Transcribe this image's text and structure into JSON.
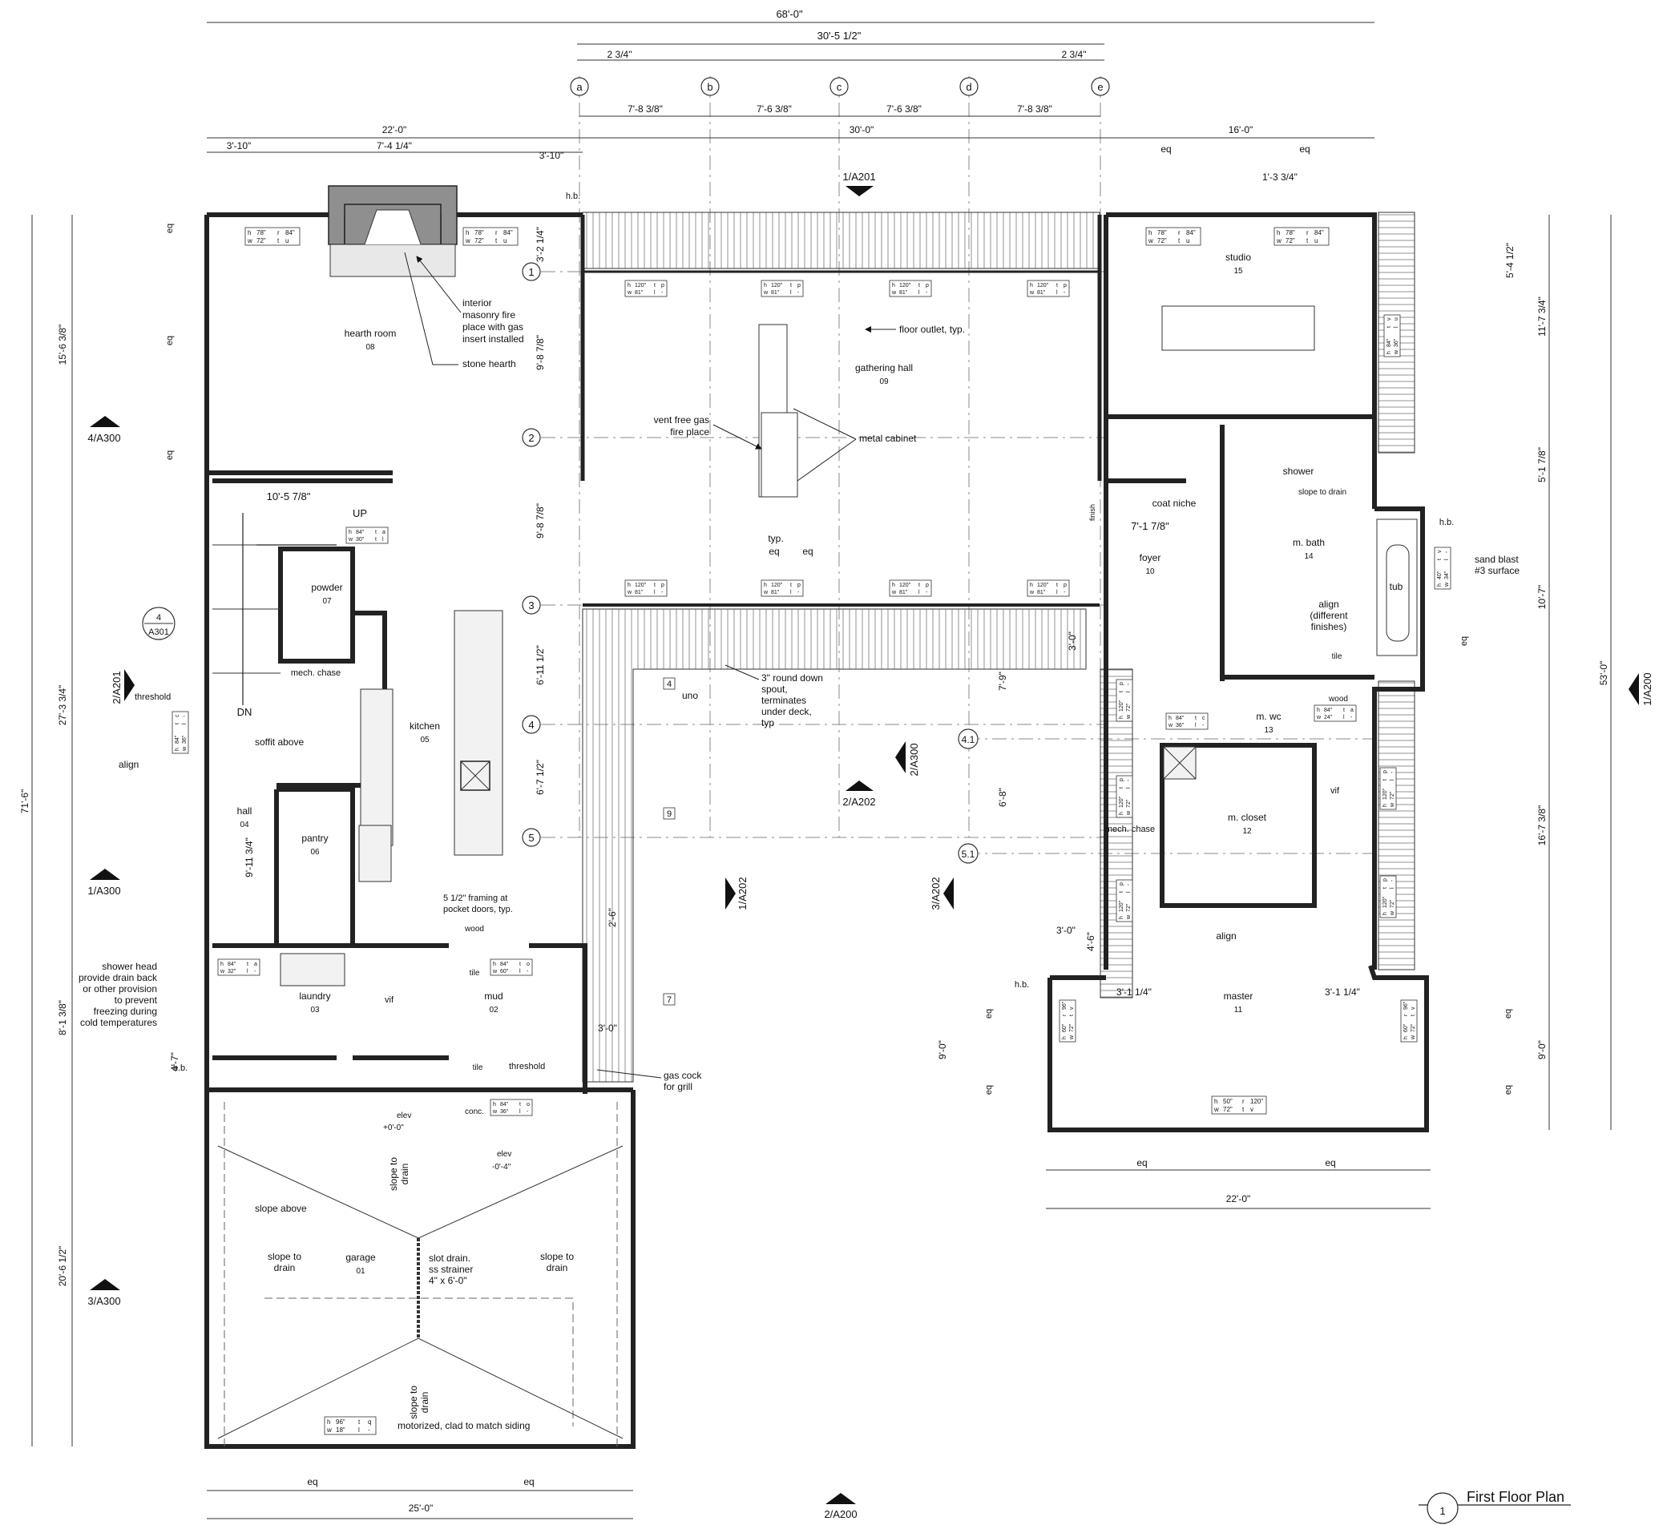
{
  "title": {
    "label": "First Floor Plan",
    "number": "1"
  },
  "rooms": [
    {
      "name": "hearth room",
      "num": "08"
    },
    {
      "name": "gathering hall",
      "num": "09"
    },
    {
      "name": "studio",
      "num": "15"
    },
    {
      "name": "shower",
      "num": ""
    },
    {
      "name": "coat niche",
      "num": ""
    },
    {
      "name": "m. bath",
      "num": "14"
    },
    {
      "name": "foyer",
      "num": "10"
    },
    {
      "name": "powder",
      "num": "07"
    },
    {
      "name": "mech. chase",
      "num": ""
    },
    {
      "name": "kitchen",
      "num": "05"
    },
    {
      "name": "hall",
      "num": "04"
    },
    {
      "name": "pantry",
      "num": "06"
    },
    {
      "name": "m. wc",
      "num": "13"
    },
    {
      "name": "m. closet",
      "num": "12"
    },
    {
      "name": "mech. chase",
      "num": ""
    },
    {
      "name": "laundry",
      "num": "03"
    },
    {
      "name": "mud",
      "num": "02"
    },
    {
      "name": "master",
      "num": "11"
    },
    {
      "name": "garage",
      "num": "01"
    }
  ],
  "grid_letters": [
    "a",
    "b",
    "c",
    "d",
    "e"
  ],
  "grid_numbers": [
    "1",
    "2",
    "3",
    "4",
    "5",
    "4.1",
    "5.1"
  ],
  "dims": {
    "overall": "68'-0\"",
    "center_overall": "30'-5 1/2\"",
    "end_left": "2 3/4\"",
    "end_right": "2 3/4\"",
    "bays": [
      "7'-8 3/8\"",
      "7'-6 3/8\"",
      "7'-6 3/8\"",
      "7'-8 3/8\""
    ],
    "center": "30'-0\"",
    "left_wing": "22'-0\"",
    "left_a": "3'-10\"",
    "left_b": "7'-4 1/4\"",
    "left_c": "3'-10\"",
    "right_wing": "16'-0\"",
    "eq": "eq",
    "small": "1'-3 3/4\"",
    "stair": "10'-5 7/8\"",
    "foyer": "7'-1 7/8\"",
    "master_w": "22'-0\"",
    "garage_w": "25'-0\"",
    "master_left": "3'-1 1/4\"",
    "master_right": "3'-1 1/4\"",
    "left_v": [
      "15'-6 3/8\"",
      "27'-3 3/4\"",
      "8'-1 3/8\"",
      "20'-6 1/2\"",
      "4'-7\""
    ],
    "total_v": "71'-6\"",
    "hall_v": "9'-11 3/4\"",
    "mid_v": [
      "3'-2 1/4\"",
      "9'-8 7/8\"",
      "9'-8 7/8\"",
      "6'-11 1/2\"",
      "6'-7 1/2\""
    ],
    "deck_v": [
      "3'-0\"",
      "7'-9\"",
      "6'-8\"",
      "4'-6\"",
      "3'-0\"",
      "2'-6\"",
      "3'-0\""
    ],
    "right_v": [
      "5'-4 1/2\"",
      "11'-7 3/4\"",
      "5'-1 7/8\"",
      "10'-7\"",
      "16'-7 3/8\"",
      "9'-0\""
    ],
    "total_right": "53'-0\"",
    "master_v": "9'-0\""
  },
  "notes": {
    "fireplace": "interior masonry fire place with gas insert installed",
    "stone_hearth": "stone hearth",
    "floor_outlet": "floor outlet, typ.",
    "vent_free": "vent free gas fire place",
    "metal_cabinet": "metal cabinet",
    "typ": "typ.",
    "slope_drain": "slope to drain",
    "align_finishes": "align (different finishes)",
    "sand_blast": "sand blast #3 surface",
    "round_spout": "3\" round down spout, terminates under deck, typ",
    "uno": "uno",
    "soffit": "soffit above",
    "threshold": "threshold",
    "align": "align",
    "framing": "5 1/2\" framing at pocket doors, typ.",
    "shower_head": "shower head provide drain back or other provision to prevent freezing during cold temperatures",
    "gas_cock": "gas cock for grill",
    "slope_above": "slope above",
    "slot_drain": "slot drain. ss strainer 4\" x 6'-0\"",
    "slope_to_drain": "slope to drain",
    "motorized": "motorized, clad to match siding",
    "hb": "h.b.",
    "up": "UP",
    "dn": "DN",
    "wood": "wood",
    "tile": "tile",
    "conc": "conc.",
    "vif": "vif",
    "tub": "tub",
    "finish": "finish",
    "elev": "elev",
    "elev1": "+0'-0\"",
    "elev2": "-0'-4\""
  },
  "sections": {
    "a201_1": "1/A201",
    "a201_2": "2/A201",
    "a202_1": "1/A202",
    "a202_2": "2/A202",
    "a202_3": "3/A202",
    "a300_1": "1/A300",
    "a300_2": "2/A300",
    "a300_3": "3/A300",
    "a300_4": "4/A300",
    "a200_1": "1/A200",
    "a200_2": "2/A200",
    "a301": "A301",
    "a301_num": "4"
  },
  "keynotes": [
    "4",
    "9",
    "7"
  ],
  "tags": [
    {
      "h": "78\"",
      "w": "72\"",
      "a": "r",
      "b": "84\"",
      "c": "t",
      "d": "u"
    },
    {
      "h": "120\"",
      "w": "81\"",
      "a": "t",
      "b": "p",
      "c": "l",
      "d": "-"
    },
    {
      "h": "84\"",
      "w": "30\"",
      "a": "t",
      "b": "a",
      "c": "t",
      "d": "l"
    },
    {
      "h": "84\"",
      "w": "36\"",
      "a": "t",
      "b": "c",
      "c": "l",
      "d": "-"
    },
    {
      "h": "84\"",
      "w": "60\"",
      "a": "t",
      "b": "o",
      "c": "l",
      "d": "-"
    },
    {
      "h": "84\"",
      "w": "32\"",
      "a": "t",
      "b": "a",
      "c": "l",
      "d": "-"
    },
    {
      "h": "96\"",
      "w": "18\"",
      "a": "t",
      "b": "q",
      "c": "l",
      "d": "-"
    },
    {
      "h": "50\"",
      "w": "72\"",
      "a": "r",
      "b": "120\"",
      "c": "t",
      "d": "v"
    },
    {
      "h": "60\"",
      "w": "72\"",
      "a": "r",
      "b": "96\"",
      "c": "t",
      "d": "v"
    },
    {
      "h": "120\"",
      "w": "72\"",
      "a": "t",
      "b": "p",
      "c": "l",
      "d": "-"
    },
    {
      "h": "84\"",
      "w": "24\"",
      "a": "t",
      "b": "a",
      "c": "l",
      "d": "-"
    },
    {
      "h": "40\"",
      "w": "34\"",
      "a": "t",
      "b": "v",
      "c": "l",
      "d": "-"
    },
    {
      "h": "84\"",
      "w": "36\"",
      "a": "t",
      "b": "v",
      "c": "l",
      "d": "u"
    }
  ]
}
